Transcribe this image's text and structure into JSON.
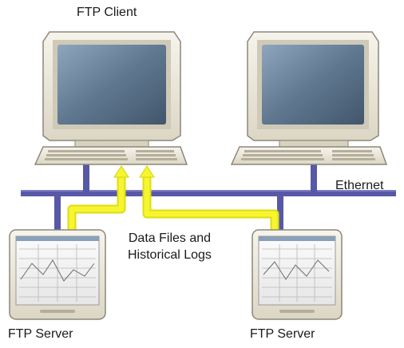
{
  "labels": {
    "ftp_client": "FTP Client",
    "ethernet": "Ethernet",
    "data_files_line1": "Data Files and",
    "data_files_line2": "Historical Logs",
    "ftp_server_left": "FTP Server",
    "ftp_server_right": "FTP Server"
  },
  "colors": {
    "network_cable": "#5858a8",
    "data_flow": "#f2f21c",
    "computer_beige": "#ece8da",
    "screen": "#5f7890"
  }
}
